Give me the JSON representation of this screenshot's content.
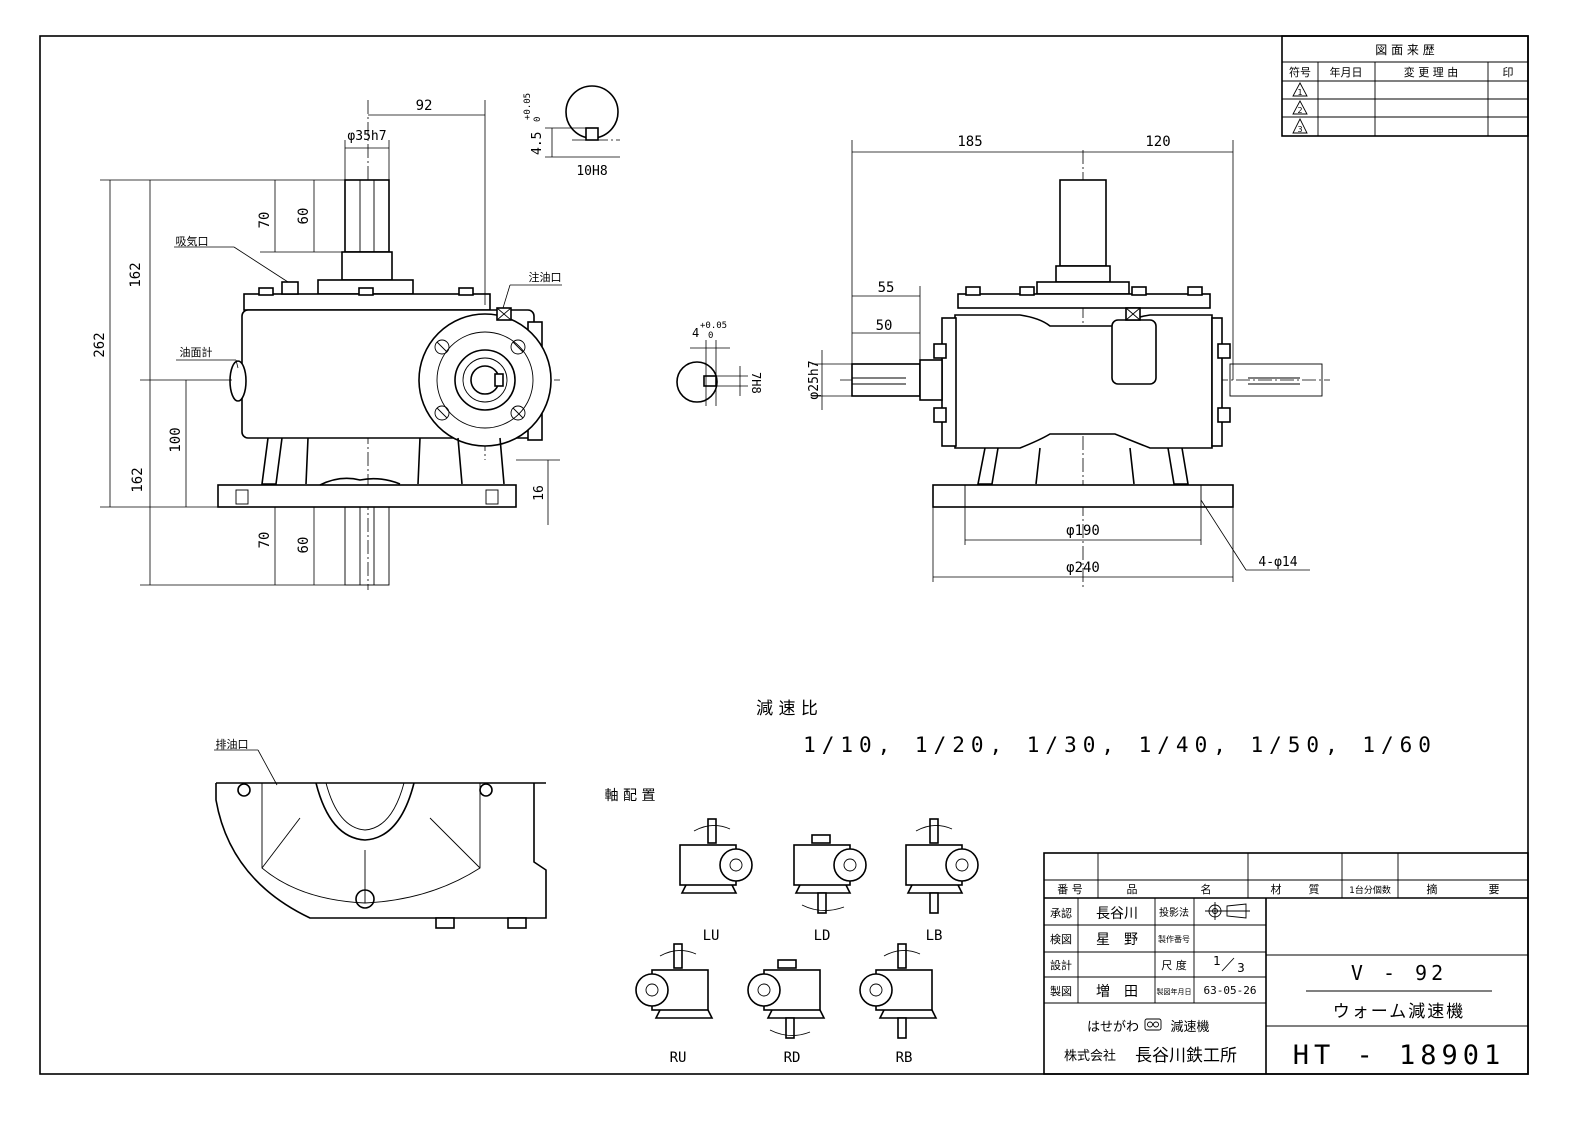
{
  "revision_table": {
    "title": "図 面 来 歴",
    "headers": [
      "符号",
      "年月日",
      "変 更 理 由",
      "印"
    ],
    "symbols": [
      "1",
      "2",
      "3"
    ]
  },
  "dimensions": {
    "top_92": "92",
    "shaft_dia": "φ35h7",
    "key_tol": "+0.05",
    "key_tol_zero": "0",
    "key_depth": "4.5",
    "key_width": "10H8",
    "d162_upper": "162",
    "d262": "262",
    "d70_upper": "70",
    "d60_upper": "60",
    "d100": "100",
    "d162_lower": "162",
    "d70_lower": "70",
    "d60_lower": "60",
    "d16": "16",
    "side_185": "185",
    "side_120": "120",
    "side_55": "55",
    "side_50": "50",
    "side_shaft_dia": "φ25h7",
    "mid_key_depth": "4",
    "mid_key_tol": "+0.05",
    "mid_key_tol_zero": "0",
    "mid_key_width": "7H8",
    "base_190": "φ190",
    "base_240": "φ240",
    "holes": "4-φ14"
  },
  "labels": {
    "air_vent": "吸気口",
    "oil_inlet": "注油口",
    "oil_gauge": "油面計",
    "drain": "排油口"
  },
  "ratio": {
    "title": "減 速 比",
    "values": "1/10, 1/20, 1/30, 1/40, 1/50, 1/60"
  },
  "shaft_layout": {
    "title": "軸 配 置",
    "codes": [
      "LU",
      "LD",
      "LB",
      "RU",
      "RD",
      "RB"
    ]
  },
  "title_block": {
    "parts_headers": [
      "番 号",
      "品",
      "名",
      "材",
      "質",
      "1台分個数",
      "摘",
      "要"
    ],
    "roles": [
      "承認",
      "検図",
      "設計",
      "製図"
    ],
    "names": [
      "長谷川",
      "星　野",
      "",
      "増　田"
    ],
    "field_labels": [
      "投影法",
      "製作番号",
      "尺 度",
      "製図年月日"
    ],
    "scale_num": "1",
    "scale_den": "3",
    "date": "63-05-26",
    "model": "V - 92",
    "product": "ウォーム減速機",
    "brand": "はせがわ",
    "brand_suffix": "減速機",
    "company_prefix": "株式会社",
    "company": "長谷川鉄工所",
    "drawing_number": "HT - 18901"
  }
}
